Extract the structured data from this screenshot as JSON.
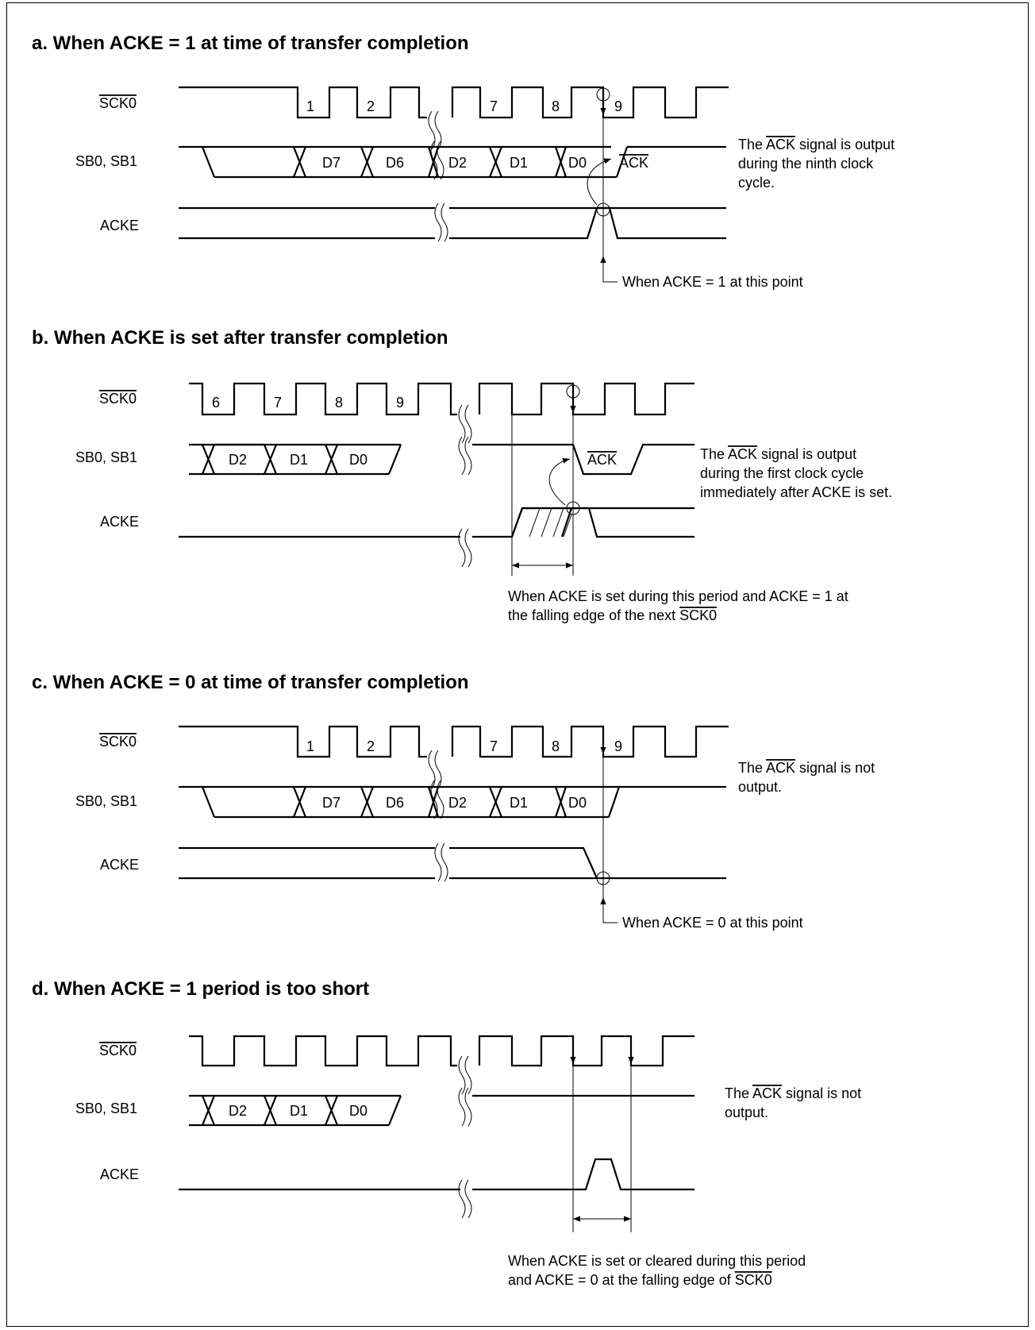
{
  "sections": [
    {
      "title": "a.  When ACKE = 1 at time of transfer completion",
      "signals": [
        "SCK0",
        "SB0, SB1",
        "ACKE"
      ],
      "clock_numbers": [
        "1",
        "2",
        "7",
        "8",
        "9"
      ],
      "data_bits": [
        "D7",
        "D6",
        "D2",
        "D1",
        "D0"
      ],
      "ack": "ACK",
      "note": [
        "The ",
        "ACK",
        " signal is output",
        "during the ninth clock",
        "cycle."
      ],
      "pointer": "When ACKE = 1 at this point"
    },
    {
      "title": "b.  When ACKE is set after transfer completion",
      "signals": [
        "SCK0",
        "SB0, SB1",
        "ACKE"
      ],
      "clock_numbers": [
        "6",
        "7",
        "8",
        "9"
      ],
      "data_bits": [
        "D2",
        "D1",
        "D0"
      ],
      "ack": "ACK",
      "note": [
        "The ",
        "ACK",
        " signal is output",
        "during the first clock cycle",
        "immediately after ACKE is set."
      ],
      "period_note": [
        "When ACKE is set during this period and ACKE = 1 at",
        "the falling edge of the next ",
        "SCK0"
      ]
    },
    {
      "title": "c.  When ACKE = 0 at time of transfer completion",
      "signals": [
        "SCK0",
        "SB0, SB1",
        "ACKE"
      ],
      "clock_numbers": [
        "1",
        "2",
        "7",
        "8",
        "9"
      ],
      "data_bits": [
        "D7",
        "D6",
        "D2",
        "D1",
        "D0"
      ],
      "note": [
        "The ",
        "ACK",
        " signal is not",
        "output."
      ],
      "pointer": "When ACKE = 0 at this point"
    },
    {
      "title": "d.  When ACKE = 1 period is too short",
      "signals": [
        "SCK0",
        "SB0, SB1",
        "ACKE"
      ],
      "data_bits": [
        "D2",
        "D1",
        "D0"
      ],
      "note": [
        "The ",
        "ACK",
        " signal is not",
        "output."
      ],
      "period_note": [
        "When ACKE is set or cleared during this period",
        "and ACKE = 0 at the falling edge of ",
        "SCK0"
      ]
    }
  ]
}
